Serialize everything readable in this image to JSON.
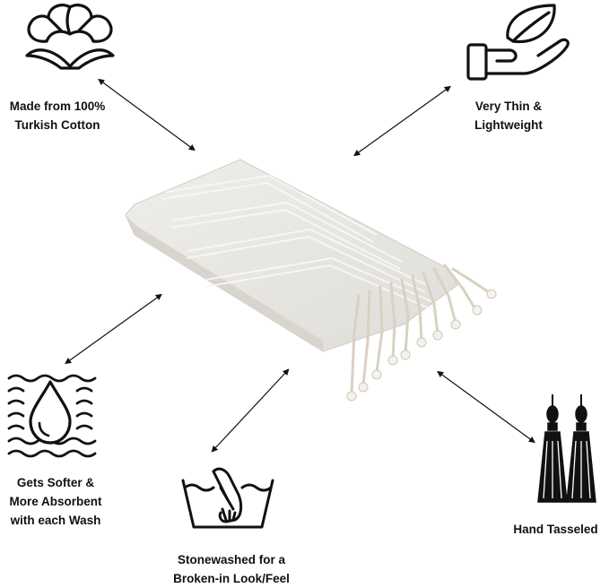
{
  "features": {
    "cotton": {
      "line1": "Made from 100%",
      "line2": "Turkish Cotton",
      "icon": "cotton-flower-icon"
    },
    "lightweight": {
      "line1": "Very Thin &",
      "line2": "Lightweight",
      "icon": "hand-leaf-icon"
    },
    "absorbent": {
      "line1": "Gets Softer &",
      "line2": "More Absorbent",
      "line3": "with each Wash",
      "icon": "water-drop-icon"
    },
    "stonewashed": {
      "line1": "Stonewashed for a",
      "line2": "Broken-in Look/Feel",
      "icon": "hand-wash-icon"
    },
    "tasseled": {
      "line1": "Hand Tasseled",
      "icon": "tassel-icon"
    }
  },
  "colors": {
    "towel": "#e9e7e2",
    "stripe": "#f7f6f3",
    "fringe": "#ddd6c8",
    "ink": "#111111"
  }
}
